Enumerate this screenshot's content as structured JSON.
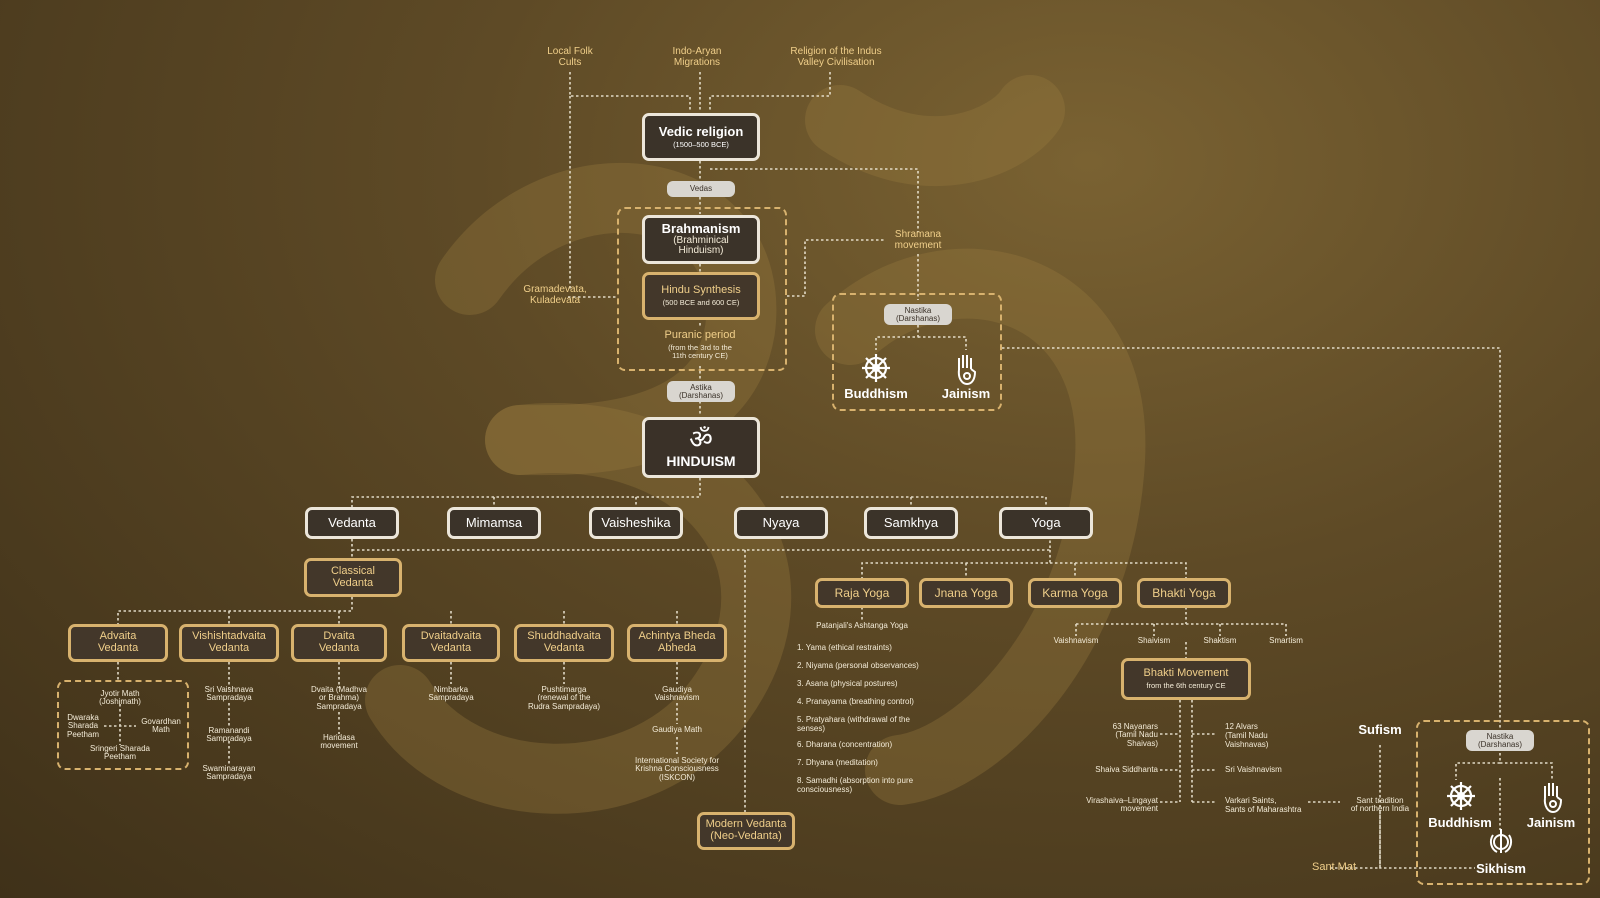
{
  "sources": {
    "local_folk": "Local Folk\nCults",
    "indo_aryan": "Indo-Aryan\nMigrations",
    "indus": "Religion of the Indus\nValley Civilisation"
  },
  "vedic": {
    "title": "Vedic religion",
    "sub": "(1500–500 BCE)"
  },
  "vedas": "Vedas",
  "brahmanism": {
    "title": "Brahmanism",
    "sub": "(Brahminical\nHinduism)"
  },
  "hindu_synthesis": {
    "title": "Hindu Synthesis",
    "sub": "(500 BCE and 600 CE)"
  },
  "puranic": {
    "title": "Puranic period",
    "sub": "(from the 3rd to the\n11th century CE)"
  },
  "gramadevata": "Gramadevata,\nKuladevata",
  "shramana": "Shramana\nmovement",
  "nastika": "Nastika\n(Darshanas)",
  "astika": "Astika\n(Darshanas)",
  "om_glyph": "ॐ",
  "hinduism": "HINDUISM",
  "buddhism": "Buddhism",
  "jainism": "Jainism",
  "sikhism": "Sikhism",
  "darshanas": [
    "Vedanta",
    "Mimamsa",
    "Vaisheshika",
    "Nyaya",
    "Samkhya",
    "Yoga"
  ],
  "classical_vedanta": "Classical\nVedanta",
  "vedanta_schools": [
    "Advaita\nVedanta",
    "Vishishtadvaita\nVedanta",
    "Dvaita\nVedanta",
    "Dvaitadvaita\nVedanta",
    "Shuddhadvaita\nVedanta",
    "Achintya Bheda\nAbheda"
  ],
  "advaita_maths": {
    "top": "Jyotir Math\n(Joshimath)",
    "left": "Dwaraka\nSharada\nPeetham",
    "right": "Govardhan\nMath",
    "bottom": "Sringeri Sharada\nPeetham"
  },
  "vishishtadvaita_subs": [
    "Sri Vaishnava\nSampradaya",
    "Ramanandi\nSampradaya",
    "Swaminarayan\nSampradaya"
  ],
  "dvaita_subs": [
    "Dvaita (Madhva\nor Brahma)\nSampradaya",
    "Haridasa\nmovement"
  ],
  "dvaitadvaita_sub": "Nimbarka\nSampradaya",
  "shuddhadvaita_sub": "Pushtimarga\n(renewal of the\nRudra Sampradaya)",
  "achintya_subs": [
    "Gaudiya\nVaishnavism",
    "Gaudiya Math",
    "International Society for\nKrishna Consciousness\n(ISKCON)"
  ],
  "modern_vedanta": "Modern Vedanta\n(Neo-Vedanta)",
  "yogas": [
    "Raja Yoga",
    "Jnana Yoga",
    "Karma Yoga",
    "Bhakti Yoga"
  ],
  "patanjali": "Patanjali's Ashtanga Yoga",
  "limbs": [
    "1. Yama (ethical restraints)",
    "2. Niyama (personal observances)",
    "3. Asana (physical postures)",
    "4. Pranayama (breathing control)",
    "5. Pratyahara (withdrawal of the\n    senses)",
    "6. Dharana (concentration)",
    "7. Dhyana (meditation)",
    "8. Samadhi (absorption into pure\n    consciousness)"
  ],
  "bhakti_traditions": [
    "Vaishnavism",
    "Shaivism",
    "Shaktism",
    "Smartism"
  ],
  "bhakti_movement": {
    "title": "Bhakti Movement",
    "sub": "from the 6th century CE"
  },
  "bhakti_left": [
    "63 Nayanars\n(Tamil Nadu\nShaivas)",
    "Shaiva Siddhanta",
    "Virashaiva–Lingayat\nmovement"
  ],
  "bhakti_right": [
    "12 Alvars\n(Tamil Nadu\nVaishnavas)",
    "Sri Vaishnavism",
    "Varkari Saints,\nSants of Maharashtra"
  ],
  "sant_tradition": "Sant tradition\nof northern India",
  "sufism": "Sufism",
  "sant_mat": "Sant Mat"
}
